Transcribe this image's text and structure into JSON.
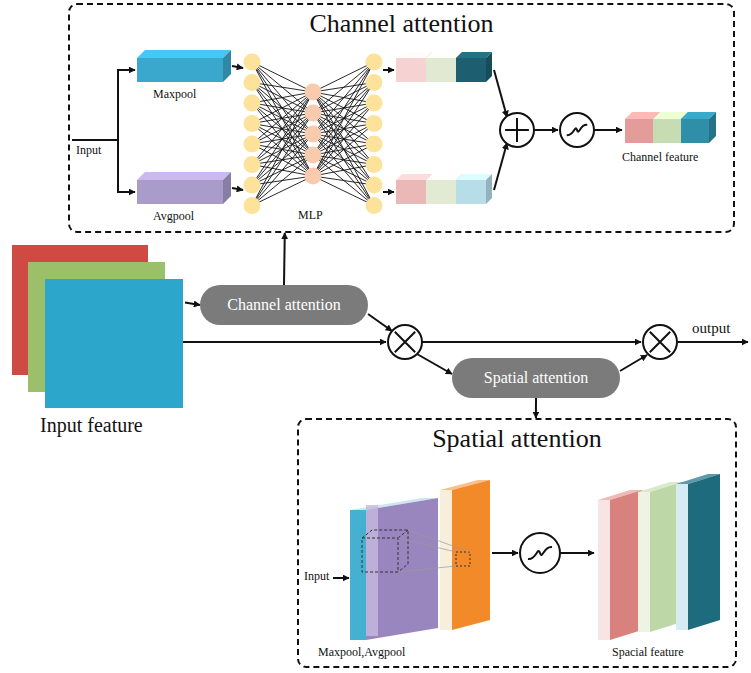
{
  "diagram": {
    "nodes": [
      {
        "text": [
          "Channel attention"
        ]
      },
      {
        "text": [
          "Input feature"
        ]
      },
      {
        "text": [
          "Channel attention"
        ]
      },
      {
        "text": [
          "Spatial attention"
        ]
      },
      {
        "text": [
          "Spatial attention"
        ]
      }
    ],
    "edges": [
      {
        "from": 1,
        "to": 2,
        "arrow": "to"
      },
      {
        "from": 2,
        "to": 0,
        "arrow": "to"
      },
      {
        "from": 3,
        "to": 4,
        "arrow": "to"
      }
    ],
    "labels": [
      "Input",
      "Maxpool",
      "Avgpool",
      "MLP",
      "Channel feature",
      "output",
      "Input",
      "Maxpool,Avgpool",
      "Spacial feature"
    ]
  }
}
